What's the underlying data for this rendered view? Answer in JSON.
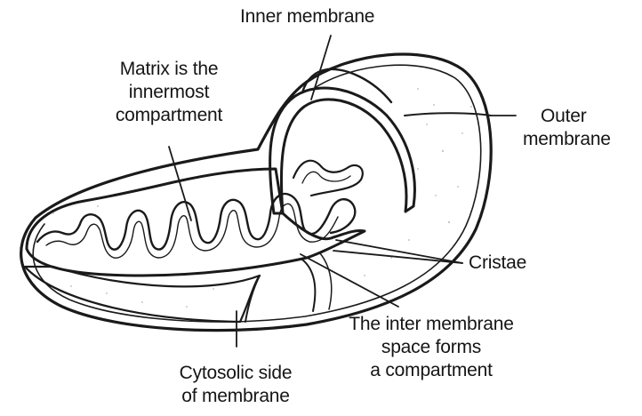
{
  "labels": {
    "inner_membrane": "Inner membrane",
    "matrix": [
      "Matrix is the",
      "innermost",
      "compartment"
    ],
    "outer_membrane": [
      "Outer",
      "membrane"
    ],
    "cristae": "Cristae",
    "intermembrane_space": [
      "The inter membrane",
      "space forms",
      "a compartment"
    ],
    "cytosolic_side": [
      "Cytosolic side",
      "of membrane"
    ]
  }
}
